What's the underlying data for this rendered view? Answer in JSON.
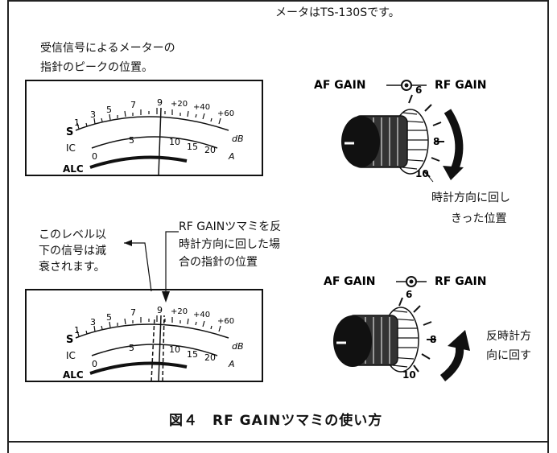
{
  "note_model": "メータはTS-130Sです。",
  "note_peak": [
    "受信信号によるメーターの",
    "指針のピークの位置。"
  ],
  "note_level": [
    "このレベル以",
    "下の信号は減",
    "衰されます。"
  ],
  "note_ccw_pos": [
    "RF GAINツマミを反",
    "時計方向に回した場",
    "合の指針の位置"
  ],
  "note_cw_full": [
    "時計方向に回し",
    "きった位置"
  ],
  "note_ccw_turn": [
    "反時計方",
    "向に回す"
  ],
  "af_gain": "AF  GAIN",
  "rf_gain": "RF  GAIN",
  "figure_caption": "図４　RF  GAINツマミの使い方",
  "meter": {
    "s_label": "S",
    "s_ticks": [
      "1",
      "3",
      "5",
      "7",
      "9",
      "+20",
      "+40",
      "+60"
    ],
    "db_unit": "dB",
    "ic_label": "IC",
    "ic_ticks": [
      "0",
      "5",
      "10",
      "15",
      "20"
    ],
    "a_unit": "A",
    "alc_label": "ALC"
  },
  "knob_dial": [
    "6",
    "8",
    "10"
  ]
}
